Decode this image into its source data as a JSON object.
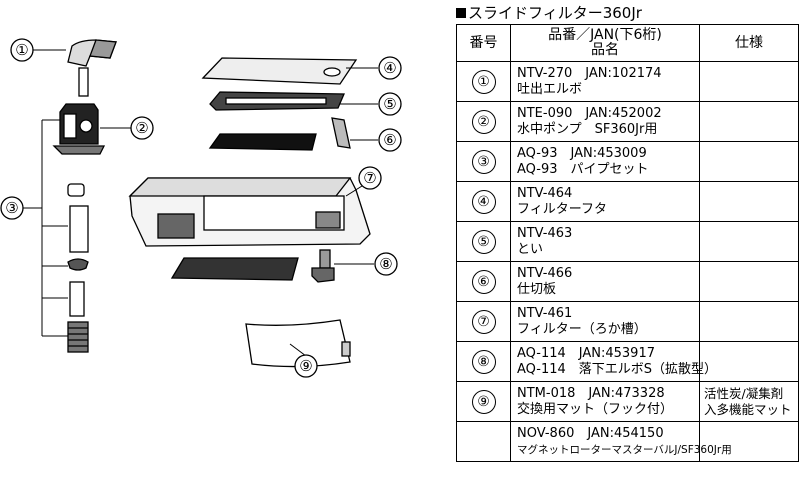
{
  "title": "スライドフィルター360Jr",
  "table": {
    "headers": {
      "num": "番号",
      "name_l1": "品番／JAN(下6桁)",
      "name_l2": "品名",
      "spec": "仕様"
    },
    "rows": [
      {
        "num": "①",
        "line1": "NTV-270　JAN:102174",
        "line2": "吐出エルボ",
        "spec1": "",
        "spec2": ""
      },
      {
        "num": "②",
        "line1": "NTE-090　JAN:452002",
        "line2": "水中ポンプ　SF360Jr用",
        "spec1": "",
        "spec2": ""
      },
      {
        "num": "③",
        "line1": "AQ-93　JAN:453009",
        "line2": "AQ-93　パイプセット",
        "spec1": "",
        "spec2": ""
      },
      {
        "num": "④",
        "line1": "NTV-464",
        "line2": "フィルターフタ",
        "spec1": "",
        "spec2": ""
      },
      {
        "num": "⑤",
        "line1": "NTV-463",
        "line2": "とい",
        "spec1": "",
        "spec2": ""
      },
      {
        "num": "⑥",
        "line1": "NTV-466",
        "line2": "仕切板",
        "spec1": "",
        "spec2": ""
      },
      {
        "num": "⑦",
        "line1": "NTV-461",
        "line2": "フィルター（ろか槽）",
        "spec1": "",
        "spec2": ""
      },
      {
        "num": "⑧",
        "line1": "AQ-114　JAN:453917",
        "line2": "AQ-114　落下エルボS（拡散型）",
        "spec1": "",
        "spec2": ""
      },
      {
        "num": "⑨",
        "line1": "NTM-018　JAN:473328",
        "line2": "交換用マット（フック付）",
        "spec1": "活性炭/凝集剤",
        "spec2": "入多機能マット"
      },
      {
        "num": "",
        "line1": "NOV-860　JAN:454150",
        "line2": "マグネットローターマスターバルJ/SF360Jr用",
        "spec1": "",
        "spec2": ""
      }
    ]
  },
  "callouts": [
    "①",
    "②",
    "③",
    "④",
    "⑤",
    "⑥",
    "⑦",
    "⑧",
    "⑨"
  ]
}
